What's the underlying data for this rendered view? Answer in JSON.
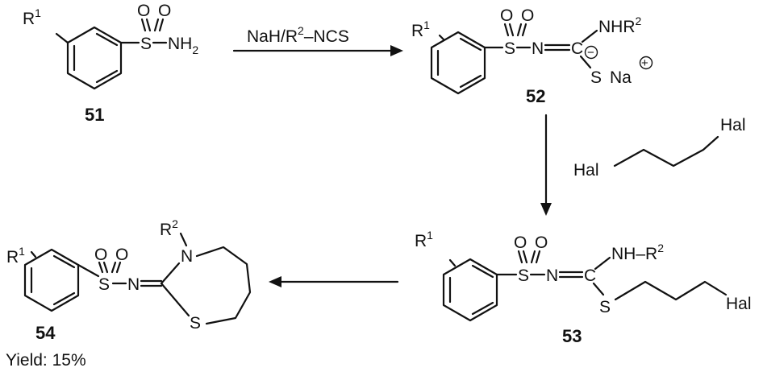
{
  "compounds": {
    "c51": {
      "number": "51",
      "r_label": "R",
      "r_sup": "1",
      "s": "S",
      "o1": "O",
      "o2": "O",
      "nh2": "NH",
      "nh2_sub": "2"
    },
    "c52": {
      "number": "52",
      "r_label": "R",
      "r_sup": "1",
      "s": "S",
      "o1": "O",
      "o2": "O",
      "n": "N",
      "c": "C",
      "nhr": "NHR",
      "nhr_sup": "2",
      "s2": "S",
      "na": "Na",
      "minus": "−",
      "plus": "+"
    },
    "c53": {
      "number": "53",
      "r_label": "R",
      "r_sup": "1",
      "s": "S",
      "o1": "O",
      "o2": "O",
      "n": "N",
      "c": "C",
      "nh": "NH–R",
      "nh_sup": "2",
      "s2": "S",
      "hal": "Hal"
    },
    "c54": {
      "number": "54",
      "r_label": "R",
      "r_sup": "1",
      "s": "S",
      "o1": "O",
      "o2": "O",
      "n": "N",
      "ring_n": "N",
      "ring_s": "S",
      "r2": "R",
      "r2_sup": "2",
      "yield": "Yield: 15%"
    }
  },
  "reagents": {
    "step1": {
      "text": "NaH/R",
      "sup": "2",
      "tail": "–NCS"
    },
    "step2": {
      "hal_top": "Hal",
      "hal_bottom": "Hal"
    }
  }
}
